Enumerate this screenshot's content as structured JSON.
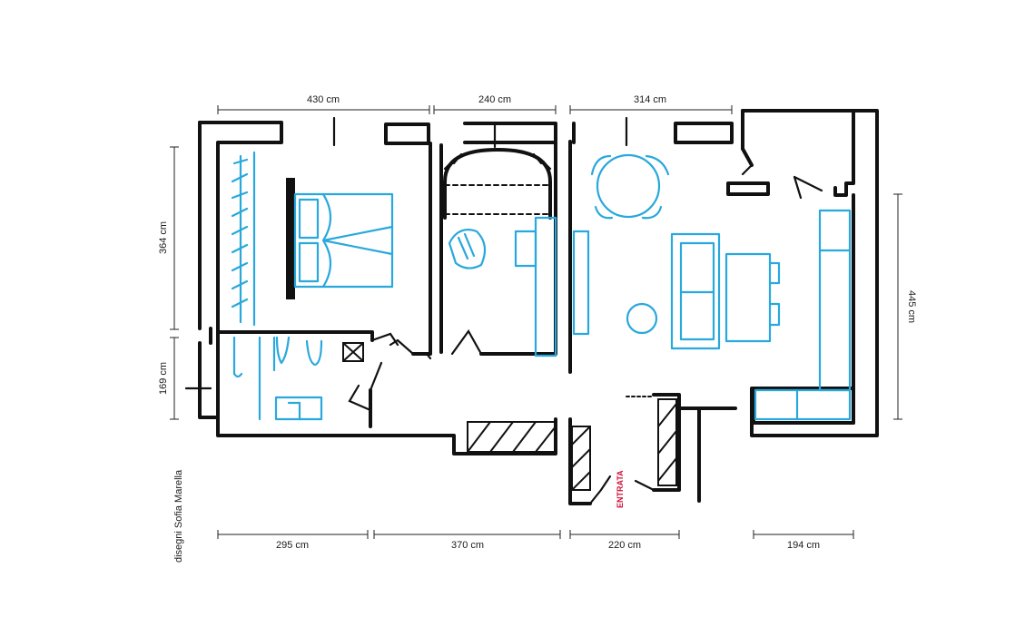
{
  "dimensions": {
    "top": [
      "430 cm",
      "240 cm",
      "314 cm"
    ],
    "bottom": [
      "295 cm",
      "370 cm",
      "220 cm",
      "194 cm"
    ],
    "left": [
      "364 cm",
      "169 cm"
    ],
    "right": [
      "445 cm"
    ]
  },
  "labels": {
    "entrance": "ENTRATA",
    "credit": "disegni Sofia Marella"
  },
  "colors": {
    "walls": "#111111",
    "furniture": "#29a8dd",
    "entrance_label": "#d0103a"
  }
}
